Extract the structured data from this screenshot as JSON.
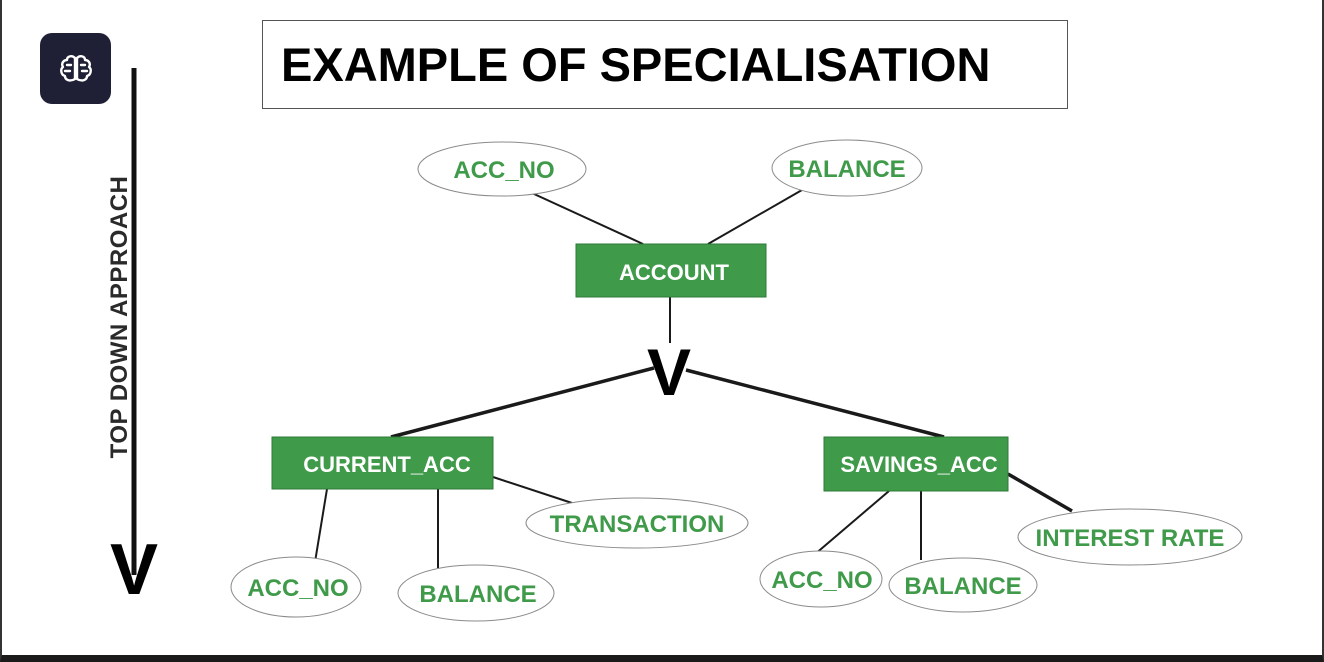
{
  "title": "EXAMPLE OF SPECIALISATION",
  "side_label": "TOP DOWN APPROACH",
  "logo_icon": "brain-icon",
  "arrow_head_glyph": "V",
  "specialisation_symbol": "V",
  "colors": {
    "entity_fill": "#3f9a4a",
    "attribute_text": "#3f9a4a",
    "logo_bg": "#1f2035"
  },
  "entities": {
    "account": "ACCOUNT",
    "current_acc": "CURRENT_ACC",
    "savings_acc": "SAVINGS_ACC"
  },
  "attributes": {
    "account_acc_no": "ACC_NO",
    "account_balance": "BALANCE",
    "current_acc_no": "ACC_NO",
    "current_balance": "BALANCE",
    "current_transaction": "TRANSACTION",
    "savings_acc_no": "ACC_NO",
    "savings_balance": "BALANCE",
    "savings_interest_rate": "INTEREST RATE"
  }
}
